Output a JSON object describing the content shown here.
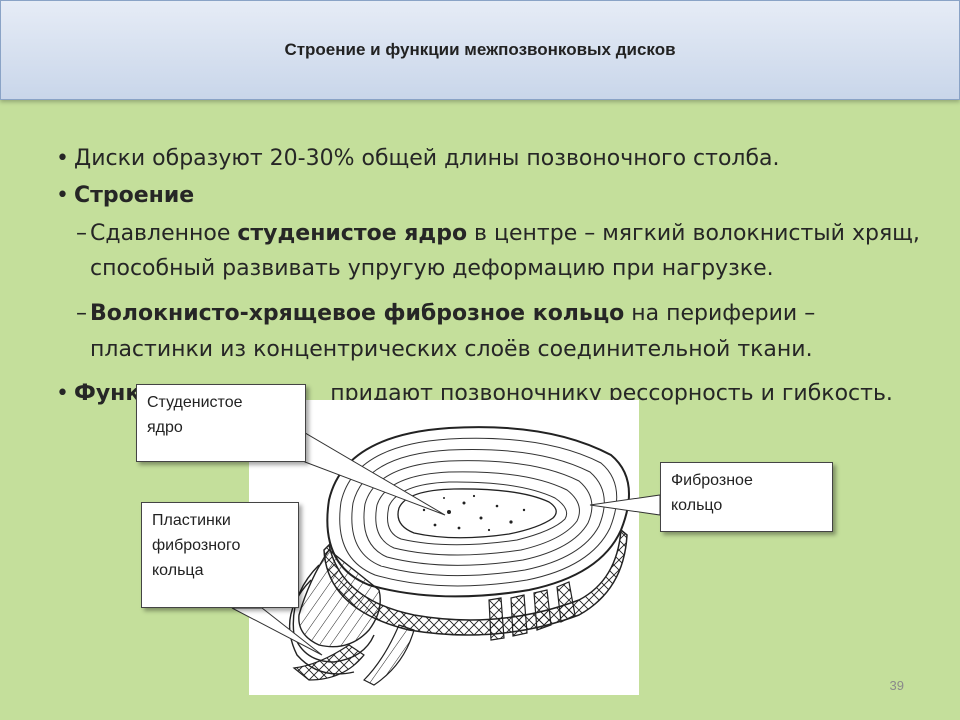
{
  "header": {
    "title": "Строение и функции межпозвонковых дисков"
  },
  "content": {
    "bullet1": "Диски образуют 20-30% общей длины позвоночного столба.",
    "bullet2": "Строение",
    "sub1": {
      "dash": "–",
      "pre": "Сдавленное ",
      "bold": "студенистое ядро",
      "post": " в центре – мягкий волокнистый хрящ, способный развивать упругую деформацию при нагрузке."
    },
    "sub2": {
      "dash": "–",
      "bold": "Волокнисто-хрящевое фиброзное кольцо",
      "post": " на периферии – пластинки из концентрических слоёв соединительной ткани."
    },
    "bullet3": {
      "bold": "Функ",
      "post": "придают позвоночнику рессорность и гибкость."
    }
  },
  "callouts": {
    "nucleus": [
      "Студенистое",
      "ядро"
    ],
    "ring": [
      "Фиброзное",
      "кольцо"
    ],
    "plates": [
      "Пластинки",
      "фиброзного",
      "кольца"
    ]
  },
  "slide_number": "39"
}
